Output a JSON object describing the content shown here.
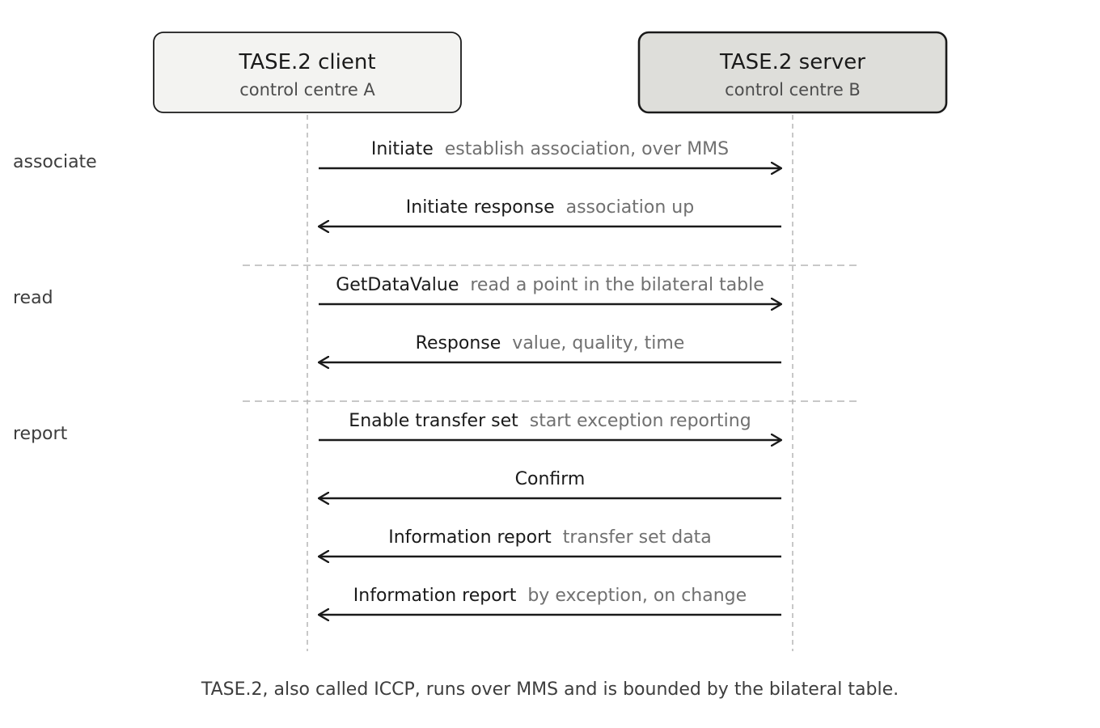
{
  "actors": {
    "client": {
      "title": "TASE.2 client",
      "subtitle": "control centre A"
    },
    "server": {
      "title": "TASE.2 server",
      "subtitle": "control centre B"
    }
  },
  "phases": [
    {
      "label": "associate",
      "messages": [
        {
          "name": "Initiate",
          "desc": "establish association, over MMS",
          "direction": "client-to-server"
        },
        {
          "name": "Initiate response",
          "desc": "association up",
          "direction": "server-to-client"
        }
      ]
    },
    {
      "label": "read",
      "messages": [
        {
          "name": "GetDataValue",
          "desc": "read a point in the bilateral table",
          "direction": "client-to-server"
        },
        {
          "name": "Response",
          "desc": "value, quality, time",
          "direction": "server-to-client"
        }
      ]
    },
    {
      "label": "report",
      "messages": [
        {
          "name": "Enable transfer set",
          "desc": "start exception reporting",
          "direction": "client-to-server"
        },
        {
          "name": "Confirm",
          "desc": "",
          "direction": "server-to-client"
        },
        {
          "name": "Information report",
          "desc": "transfer set data",
          "direction": "server-to-client"
        },
        {
          "name": "Information report",
          "desc": "by exception, on change",
          "direction": "server-to-client"
        }
      ]
    }
  ],
  "caption": "TASE.2, also called ICCP, runs over MMS and is bounded by the bilateral table.",
  "colors": {
    "client_fill": "#f3f3f1",
    "server_fill": "#dededa",
    "line": "#1a1a1a",
    "dashed": "#b5b5b5"
  }
}
